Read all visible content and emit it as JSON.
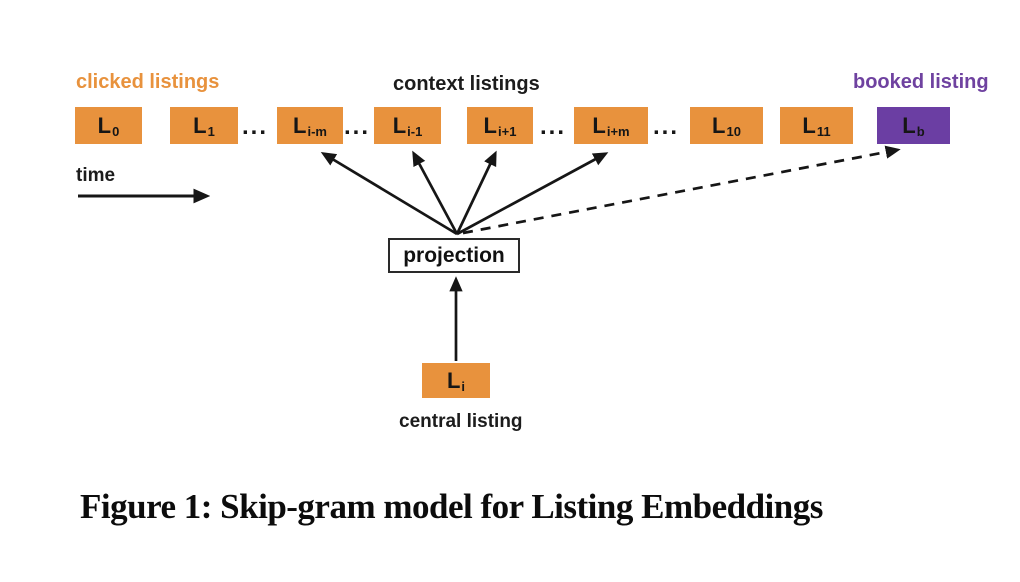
{
  "figure": {
    "labels": {
      "clicked": "clicked listings",
      "context": "context listings",
      "booked": "booked listing",
      "time": "time",
      "central": "central listing",
      "projection": "projection"
    },
    "boxes": [
      {
        "main": "L",
        "sub": "0"
      },
      {
        "main": "L",
        "sub": "1"
      },
      {
        "main": "L",
        "sub": "i-m"
      },
      {
        "main": "L",
        "sub": "i-1"
      },
      {
        "main": "L",
        "sub": "i+1"
      },
      {
        "main": "L",
        "sub": "i+m"
      },
      {
        "main": "L",
        "sub": "10"
      },
      {
        "main": "L",
        "sub": "11"
      },
      {
        "main": "L",
        "sub": "b"
      }
    ],
    "central_box": {
      "main": "L",
      "sub": "i"
    },
    "ellipsis": "...",
    "caption": "Figure 1: Skip-gram model for Listing Embeddings",
    "colors": {
      "clicked_orange": "#e8923d",
      "booked_purple": "#6b3ea3",
      "booked_label_purple": "#6f42a0",
      "text_black": "#1c1c1c",
      "background": "#ffffff"
    }
  }
}
